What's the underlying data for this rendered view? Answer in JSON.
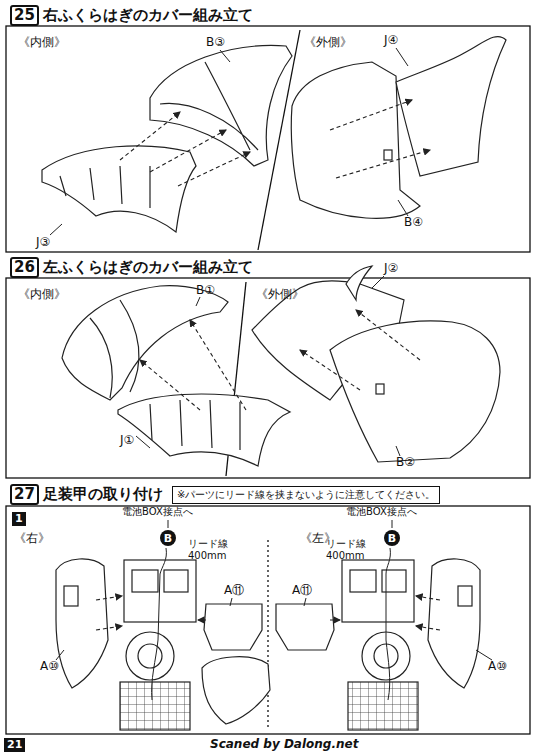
{
  "diagram": {
    "nodes": [
      {
        "text": [
          "25",
          "右ふくらはぎのカバー組み立て"
        ]
      },
      {
        "text": [
          "26",
          "左ふくらはぎのカバー組み立て"
        ]
      },
      {
        "text": [
          "27",
          "足装甲の取り付け"
        ]
      },
      {
        "text": [
          "※パーツにリード線を挟まないように注意してください。"
        ]
      },
      {
        "text": [
          "1"
        ]
      },
      {
        "text": [
          "B"
        ]
      },
      {
        "text": [
          "B"
        ]
      },
      {
        "text": [
          "21"
        ]
      }
    ],
    "labels": [
      "《内側》",
      "B③",
      "J③",
      "《外側》",
      "J④",
      "B④",
      "《内側》",
      "B①",
      "J①",
      "《外側》",
      "J②",
      "B②",
      "《右》",
      "電池BOX接点へ",
      "リード線 400mm",
      "A⑪",
      "A⑩",
      "《左》",
      "電池BOX接点へ",
      "リード線 400mm",
      "A⑪",
      "A⑩",
      "Scaned by Dalong.net"
    ]
  }
}
